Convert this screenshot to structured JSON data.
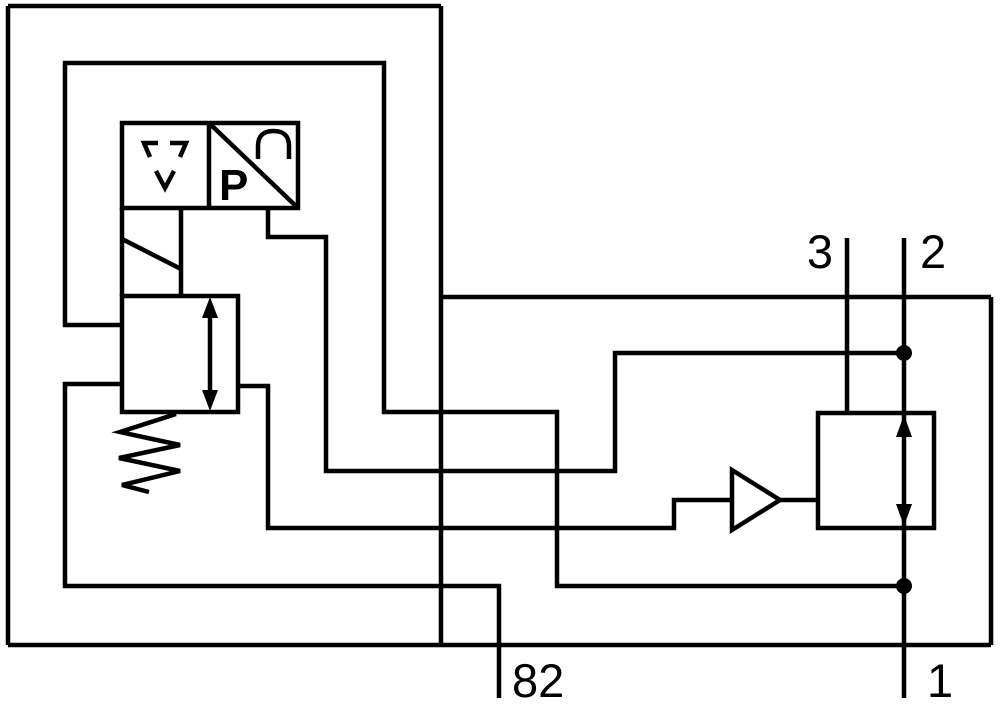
{
  "diagram": {
    "kind": "pneumatic-circuit-schematic",
    "background_color": "#ffffff",
    "line_color": "#000000",
    "ports": {
      "port3": {
        "label": "3"
      },
      "port2": {
        "label": "2"
      },
      "port82": {
        "label": "82"
      },
      "port1": {
        "label": "1"
      }
    },
    "symbols": {
      "pressure_letter": "P",
      "icon_names": [
        "flow-triangle-icon",
        "pressure-sensor-diagonal",
        "dome-arc-icon",
        "proportional-solenoid-symbol",
        "spring-icon",
        "pilot-valve-double-arrow-icon",
        "amplifier-icon",
        "main-valve-double-arrow-icon",
        "junction-dot"
      ]
    }
  }
}
